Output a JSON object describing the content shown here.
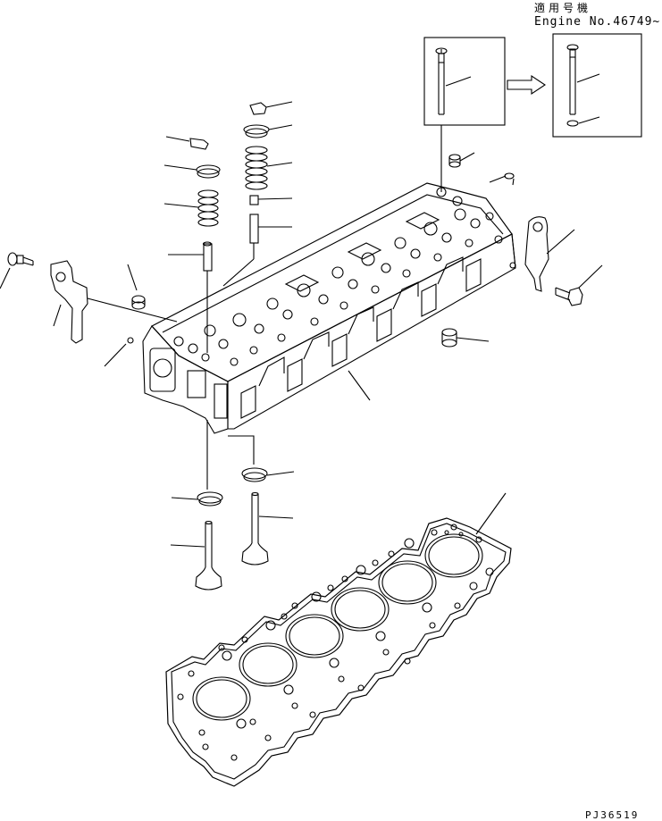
{
  "header": {
    "applicable_label": "適用号機",
    "engine_label": "Engine No.46749~"
  },
  "footer": {
    "drawing_code": "PJ36519"
  },
  "colors": {
    "line": "#000000",
    "background": "#ffffff"
  }
}
